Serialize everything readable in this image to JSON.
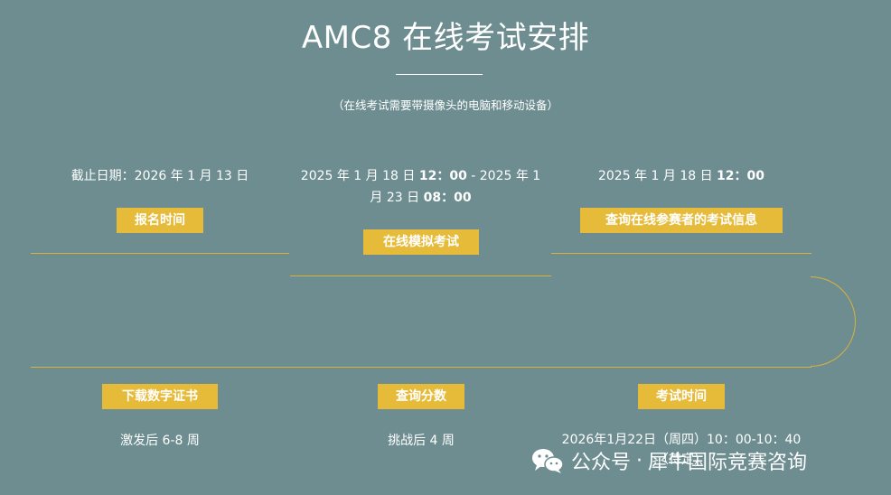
{
  "title": "AMC8 在线考试安排",
  "subtitle": "（在线考试需要带摄像头的电脑和移动设备）",
  "steps": {
    "register": {
      "label": "报名时间",
      "date": "截止日期：2026 年 1 月 13 日"
    },
    "mock": {
      "label": "在线模拟考试",
      "date_line1_start": "2025 年 1 月 18 日 ",
      "date_line1_time": "12：00",
      "date_line1_end": " - 2025 年 1",
      "date_line2_start": "月 23 日 ",
      "date_line2_time": "08：00"
    },
    "query_info": {
      "label": "查询在线参赛者的考试信息",
      "date_start": "2025 年 1 月 18 日 ",
      "date_time": "12：00"
    },
    "certificate": {
      "label": "下载数字证书",
      "note": "激发后 6-8 周"
    },
    "score": {
      "label": "查询分数",
      "note": "挑战后 4 周"
    },
    "exam": {
      "label": "考试时间",
      "note_line1": "2026年1月22日（周四）10：00-10：40",
      "note_line2": "（待定）"
    }
  },
  "watermark": {
    "prefix": "公众号",
    "sep": "·",
    "name": "犀牛国际竞赛咨询",
    "icon": "wechat-icon"
  },
  "colors": {
    "background": "#6e8d90",
    "accent": "#e6bb3a",
    "text": "#ffffff"
  }
}
